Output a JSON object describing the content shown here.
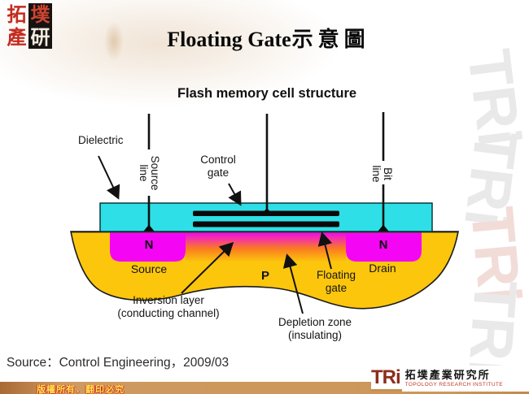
{
  "slide": {
    "logo_chars": [
      "拓",
      "墣",
      "產",
      "研"
    ],
    "title_en": "Floating Gate",
    "title_zh": "示意圖",
    "source_text": "Source：Control Engineering，2009/03",
    "copyright_text": "版權所有．翻印必究",
    "brand": {
      "mark": "TRi",
      "name_zh": "拓墣產業研究所",
      "name_en": "TOPOLOGY RESEARCH INSTITUTE"
    },
    "watermark_text": "TRi"
  },
  "diagram": {
    "title": "Flash memory cell structure",
    "labels": {
      "dielectric": "Dielectric",
      "source_line": [
        "Source",
        "line"
      ],
      "control_gate": [
        "Control",
        "gate"
      ],
      "bit_line": [
        "Bit",
        "line"
      ],
      "n_source": "N",
      "n_drain": "N",
      "source": "Source",
      "drain": "Drain",
      "substrate_p": "P",
      "floating_gate": [
        "Floating",
        "gate"
      ],
      "inversion_layer": [
        "Inversion layer",
        "(conducting channel)"
      ],
      "depletion_zone": [
        "Depletion zone",
        "(insulating)"
      ]
    },
    "colors": {
      "dielectric_layer": "#2edfe7",
      "n_region": "#f406f4",
      "substrate": "#fcc60d",
      "channel_top": "#f108f1",
      "channel_mid": "#fa7d20",
      "gate_bar": "#0a0a0a"
    }
  }
}
